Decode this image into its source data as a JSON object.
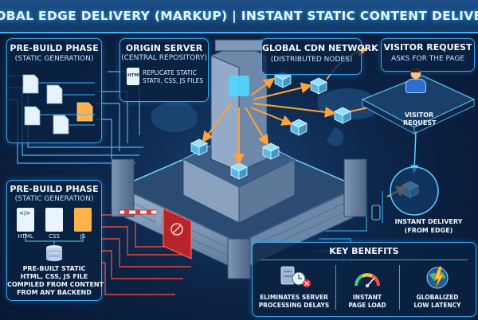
{
  "title": "GLOBAL EDGE DELIVERY (MARKUP) | INSTANT STATIC CONTENT DELIVERY",
  "prebuild_top": {
    "title": "PRE-BUILD PHASE",
    "subtitle": "(STATIC GENERATION)"
  },
  "origin": {
    "title": "ORIGIN SERVER",
    "subtitle": "(CENTRAL REPOSITORY)",
    "file_label": "HTML",
    "note_line1": "REPLICATE STATIC",
    "note_line2": "STATII, CSS, JS FILES"
  },
  "cdn": {
    "title": "GLOBAL CDN NETWORK",
    "subtitle": "(DISTRIBUTED NODES)"
  },
  "visitor": {
    "title": "VISITOR REQUEST",
    "subtitle": "ASKS FOR THE PAGE",
    "label_line1": "VISITOR",
    "label_line2": "REQUEST"
  },
  "prebuild_bottom": {
    "title": "PRE-BUILD PHASE",
    "subtitle": "(STATIC GENERATION)",
    "files": [
      "HTML",
      "CSS",
      "JS"
    ],
    "desc_line1": "PRE-BUILT STATIC",
    "desc_line2": "HTML, CSS, JS FILE",
    "desc_line3": "COMPILED FROM CONTENT",
    "desc_line4": "FROM ANY BACKEND"
  },
  "instant": {
    "line1": "INSTANT DELIVERY",
    "line2": "(FROM EDGE)"
  },
  "benefits": {
    "title": "KEY BENEFITS",
    "items": [
      {
        "line1": "ELIMINATES SERVER",
        "line2": "PROCESSING DELAYS",
        "icon": "server-clock-icon"
      },
      {
        "line1": "INSTANT",
        "line2": "PAGE LOAD",
        "icon": "speedometer-icon"
      },
      {
        "line1": "GLOBALIZED",
        "line2": "LOW LATENCY",
        "icon": "globe-bolt-icon"
      }
    ]
  },
  "colors": {
    "accent": "#3aa8e8",
    "arrow": "#ffa23a",
    "firewall": "#ff3b30",
    "node": "#8fe1ff"
  }
}
